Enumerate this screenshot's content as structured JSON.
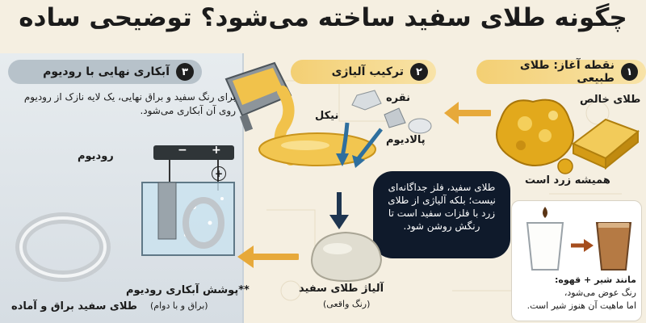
{
  "title": "چگونه طلای سفید ساخته می‌شود؟ توضیحی ساده",
  "step1": {
    "label": "نقطه آغاز: طلای طبیعی",
    "num": "۱",
    "pure_gold": "طلای خالص",
    "always_yellow": "همیشه زرد است"
  },
  "step2": {
    "label": "ترکیب آلیاژی",
    "num": "۲",
    "silver": "نقره",
    "nickel": "نیکل",
    "palladium": "پالادیوم",
    "bubble": "طلای سفید، فلز جداگانه‌ای نیست؛ بلکه آلیاژی از طلای زرد با فلزات سفید است تا رنگش روشن شود.",
    "alloy_label": "آلیاژ طلای سفید",
    "alloy_sub": "(رنگ واقعی)"
  },
  "step3": {
    "label": "آبکاری نهایی با رودیوم",
    "num": "۳",
    "desc": "برای رنگ سفید و براق نهایی، یک لایه نازک از رودیوم روی آن آبکاری می‌شود.",
    "rhodium": "رودیوم",
    "plating_label": "**پوشش آبکاری رودیوم",
    "plating_sub": "(براق و با دوام)",
    "ring_label": "طلای سفید براق و آماده",
    "minus": "−",
    "plus": "+",
    "plus_circle": "+"
  },
  "analogy": {
    "line1": "مانند شیر + قهوه:",
    "line2": "رنگ عوض می‌شود،",
    "line3": "اما ماهیت آن هنوز شیر است."
  },
  "colors": {
    "gold": "#e8b52e",
    "dark": "#0f1a2b",
    "arrow": "#e7a93a",
    "blue_arrow": "#2e6f9e"
  }
}
